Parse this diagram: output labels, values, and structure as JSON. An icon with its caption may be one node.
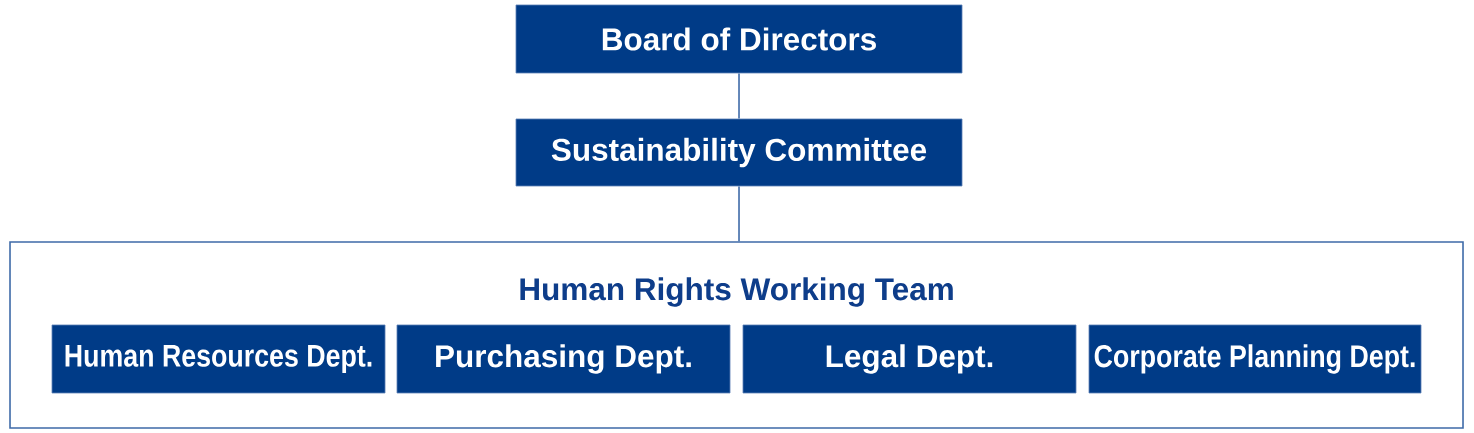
{
  "diagram": {
    "nodes": [
      {
        "text": [
          "Board of Directors"
        ]
      },
      {
        "text": [
          "Sustainability Committee"
        ]
      },
      {
        "text": [
          "Human Rights Working Team"
        ]
      },
      {
        "text": [
          "Human Resources Dept."
        ],
        "in": 2
      },
      {
        "text": [
          "Purchasing Dept."
        ],
        "in": 2
      },
      {
        "text": [
          "Legal Dept."
        ],
        "in": 2
      },
      {
        "text": [
          "Corporate Planning Dept."
        ],
        "in": 2
      }
    ],
    "edges": [
      {
        "from": 0,
        "to": 1,
        "arrow": "none"
      },
      {
        "from": 1,
        "to": 2,
        "arrow": "none"
      }
    ]
  }
}
